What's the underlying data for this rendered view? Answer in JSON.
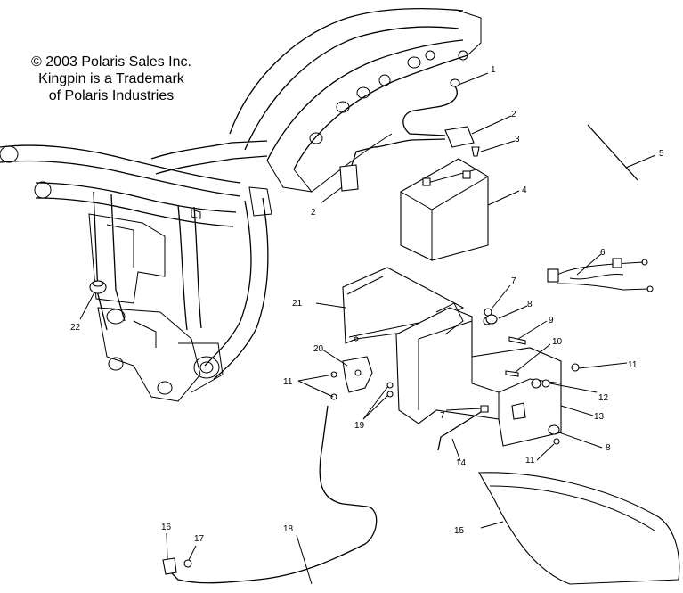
{
  "notice": {
    "line1": "© 2003 Polaris Sales Inc.",
    "line2": "Kingpin is a Trademark",
    "line3": "of Polaris Industries"
  },
  "callouts": [
    "1",
    "2",
    "3",
    "4",
    "5",
    "6",
    "7",
    "8",
    "9",
    "10",
    "11",
    "12",
    "13",
    "14",
    "15",
    "16",
    "17",
    "18",
    "19",
    "20",
    "21",
    "22",
    "2",
    "7",
    "8",
    "11",
    "11"
  ]
}
